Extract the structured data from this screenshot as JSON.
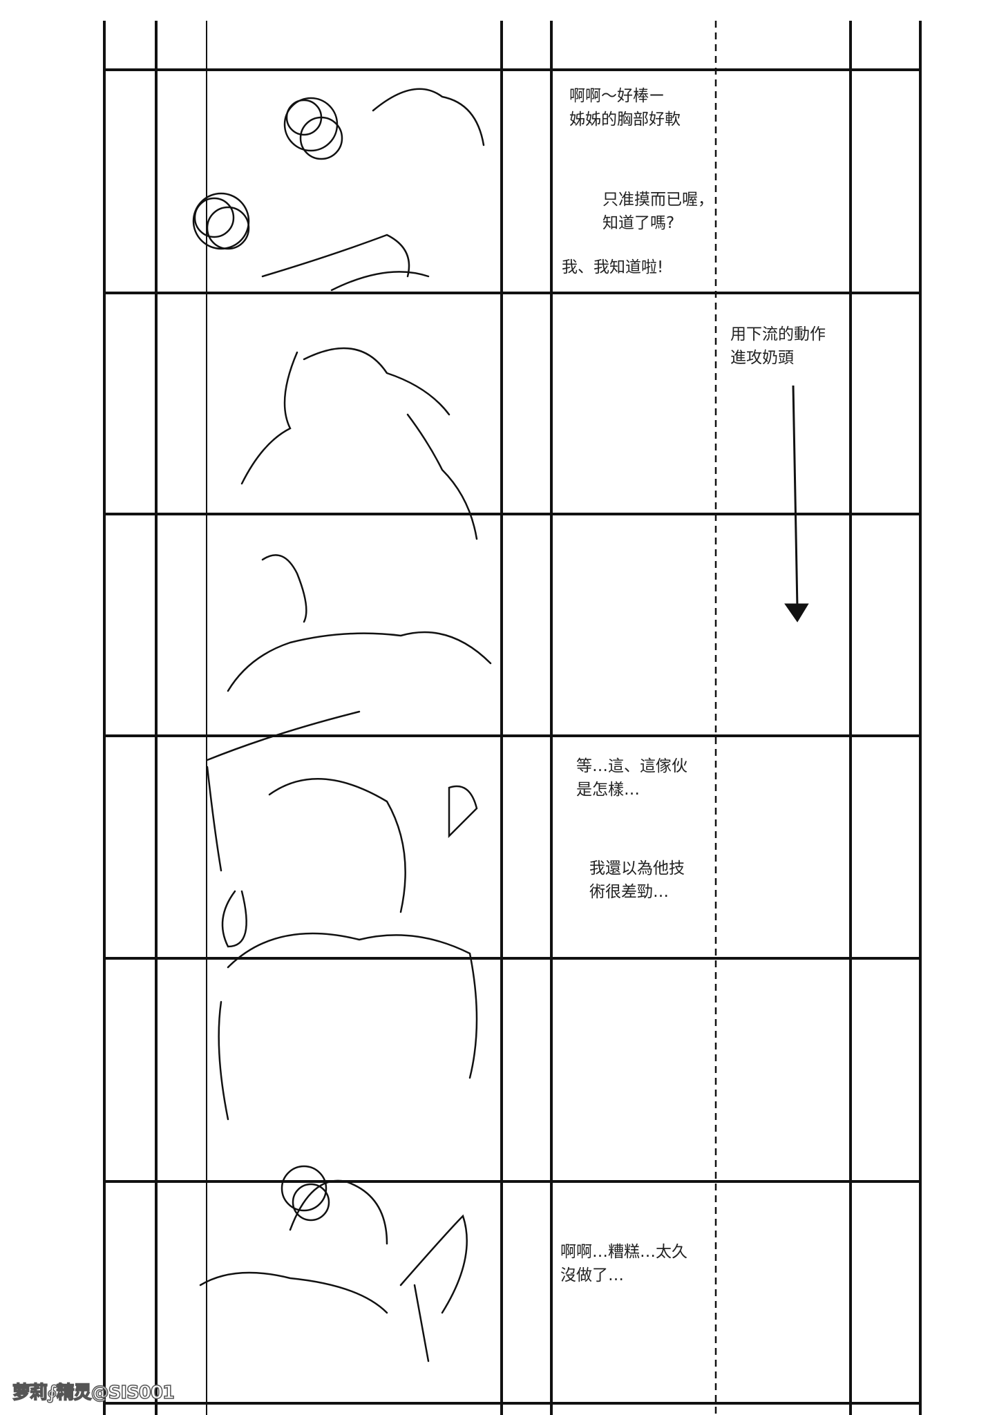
{
  "panels": [
    {
      "lines": [
        "啊啊～好棒ー",
        "姊姊的胸部好軟"
      ]
    },
    {
      "lines": [
        "只准摸而已喔，",
        "知道了嗎?"
      ]
    },
    {
      "lines": [
        "我、我知道啦!"
      ]
    },
    {
      "lines": [
        "用下流的動作",
        "進攻奶頭"
      ]
    },
    {
      "lines": [
        "等…這、這傢伙",
        "是怎樣…"
      ]
    },
    {
      "lines": [
        "我還以為他技",
        "術很差勁…"
      ]
    },
    {
      "lines": [
        "啊啊…糟糕…太久",
        "沒做了…"
      ]
    }
  ],
  "watermark": "萝莉∮精灵@SIS001"
}
